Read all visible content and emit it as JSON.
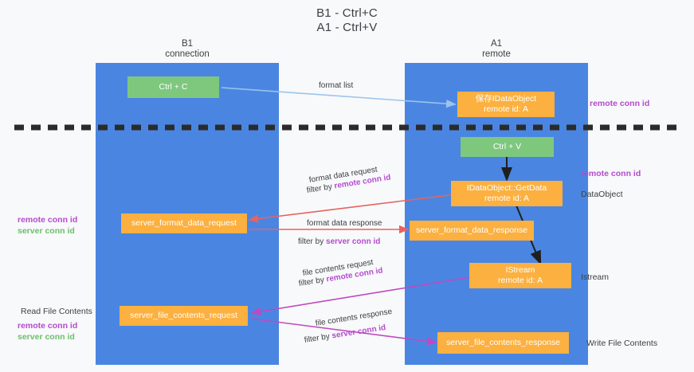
{
  "title": {
    "line1": "B1 - Ctrl+C",
    "line2": "A1 - Ctrl+V"
  },
  "lanes": [
    {
      "name": "B1",
      "sub": "connection"
    },
    {
      "name": "A1",
      "sub": "remote"
    }
  ],
  "nodes": {
    "ctrl_c": {
      "label": "Ctrl + C"
    },
    "save_dataobject": {
      "label": "保存IDataObject",
      "sub": "remote id: A"
    },
    "ctrl_v": {
      "label": "Ctrl + V"
    },
    "getdata": {
      "label": "IDataObject::GetData",
      "sub": "remote id: A"
    },
    "server_format_data_request": {
      "label": "server_format_data_request"
    },
    "server_format_data_response": {
      "label": "server_format_data_response"
    },
    "istream": {
      "label": "IStream",
      "sub": "remote id: A"
    },
    "server_file_contents_request": {
      "label": "server_file_contents_request"
    },
    "server_file_contents_response": {
      "label": "server_file_contents_response"
    }
  },
  "edges": {
    "format_list": "format list",
    "format_data_request": "format data request",
    "format_data_request_filter_prefix": "filter by ",
    "format_data_request_filter_key": "remote conn id",
    "format_data_response": "format data response",
    "format_data_response_filter_prefix": "filter by ",
    "format_data_response_filter_key": "server conn id",
    "file_contents_request": "file contents request",
    "file_contents_request_filter_prefix": "filter by ",
    "file_contents_request_filter_key": "remote conn id",
    "file_contents_response": "file contents response",
    "file_contents_response_filter_prefix": "filter by ",
    "file_contents_response_filter_key": "server conn id"
  },
  "annotations": {
    "right_remote_conn_id_1": "remote conn id",
    "right_remote_conn_id_2": "remote conn id",
    "right_dataobject": "DataObject",
    "right_istream": "Istream",
    "right_write_file_contents": "Write File Contents",
    "left_remote_conn_id_1": "remote conn id",
    "left_server_conn_id_1": "server conn id",
    "left_read_file_contents": "Read File Contents",
    "left_remote_conn_id_2": "remote conn id",
    "left_server_conn_id_2": "server conn id"
  },
  "colors": {
    "lane": "#4a86e1",
    "green_node": "#7ec87e",
    "orange_node": "#fbb040",
    "divider": "#2b2b2b",
    "arrow_blue": "#9dc3ec",
    "arrow_red": "#e8635f",
    "arrow_magenta": "#c148c1",
    "arrow_black": "#1f1f1f",
    "key_purple": "#b44ad0",
    "key_green": "#6bbf6b"
  }
}
